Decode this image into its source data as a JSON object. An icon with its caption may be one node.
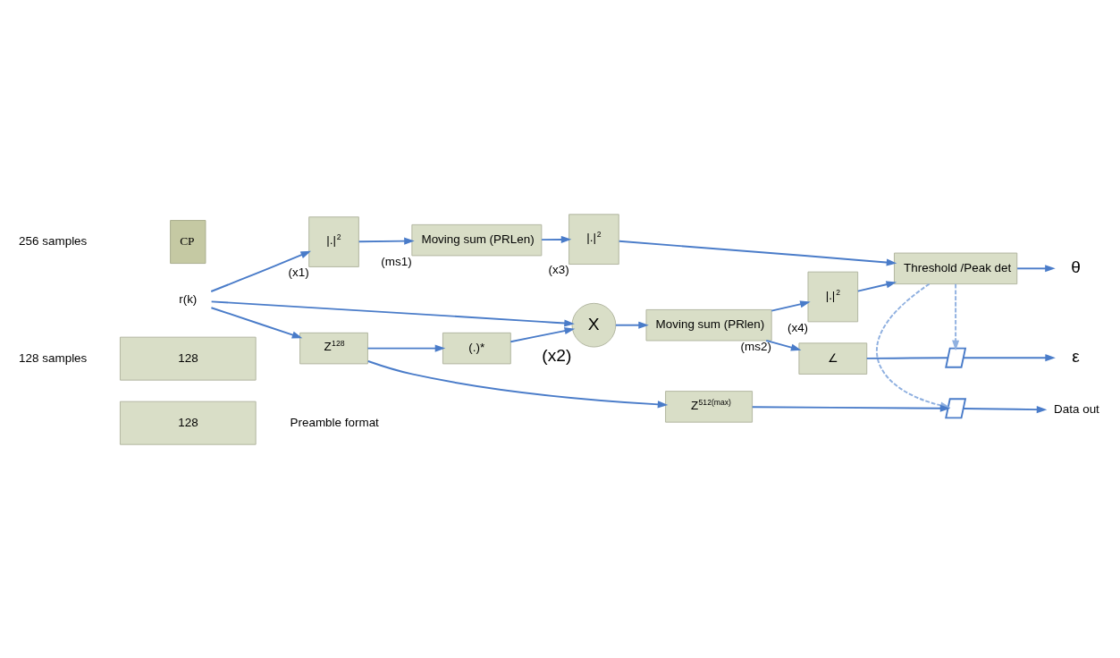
{
  "diagram": {
    "nodes": [
      {
        "text": [
          "CP"
        ]
      },
      {
        "text": [
          "128"
        ]
      },
      {
        "text": [
          "128"
        ]
      },
      {
        "text": [
          "r(k)"
        ]
      },
      {
        "text": [
          "|.|$^{2}$"
        ],
        "beside": [
          "(x1)"
        ]
      },
      {
        "text": [
          "Moving sum (PRLen)"
        ],
        "beside": [
          "(ms1)"
        ]
      },
      {
        "text": [
          "|.|$^{2}$"
        ],
        "beside": [
          "(x3)"
        ]
      },
      {
        "text": [
          "|.|$^{2}$"
        ],
        "beside": [
          "(x4)"
        ]
      },
      {
        "text": [
          "Threshold /Peak det"
        ]
      },
      {
        "text": [
          "θ"
        ]
      },
      {
        "text": [
          "Z$^{128}$"
        ]
      },
      {
        "text": [
          "(.)*"
        ]
      },
      {
        "text": [
          "X"
        ],
        "beside": [
          "(x2)"
        ]
      },
      {
        "text": [
          "Moving sum (PRlen)"
        ],
        "beside": [
          "(ms2)"
        ]
      },
      {
        "text": [
          "∠"
        ]
      },
      {
        "text": [],
        "shape": "switch"
      },
      {
        "text": [
          "ε"
        ]
      },
      {
        "text": [
          "Z$^{512(max)}$"
        ]
      },
      {
        "text": [],
        "shape": "switch"
      },
      {
        "text": [
          "Data out"
        ]
      }
    ],
    "edges": [
      {
        "from": 3,
        "to": 4,
        "arrow": "to"
      },
      {
        "from": 3,
        "to": 12,
        "arrow": "to"
      },
      {
        "from": 3,
        "to": 10,
        "arrow": "to"
      },
      {
        "from": 4,
        "to": 5,
        "arrow": "to"
      },
      {
        "from": 5,
        "to": 6,
        "arrow": "to"
      },
      {
        "from": 6,
        "to": 8,
        "arrow": "to"
      },
      {
        "from": 13,
        "to": 7,
        "arrow": "to"
      },
      {
        "from": 7,
        "to": 8,
        "arrow": "to"
      },
      {
        "from": 8,
        "to": 9,
        "arrow": "to"
      },
      {
        "from": 10,
        "to": 11,
        "arrow": "to"
      },
      {
        "from": 10,
        "to": 17,
        "arrow": "to"
      },
      {
        "from": 11,
        "to": 12,
        "arrow": "to"
      },
      {
        "from": 12,
        "to": 13,
        "arrow": "to"
      },
      {
        "from": 13,
        "to": 14,
        "arrow": "to"
      },
      {
        "from": 14,
        "to": 15,
        "arrow": "none"
      },
      {
        "from": 15,
        "to": 16,
        "arrow": "to"
      },
      {
        "from": 8,
        "to": 15,
        "arrow": "to",
        "style": "dashed",
        "color": "#8fb0e0"
      },
      {
        "from": 8,
        "to": 18,
        "arrow": "to",
        "style": "dashed",
        "color": "#8fb0e0"
      },
      {
        "from": 17,
        "to": 18,
        "arrow": "to"
      },
      {
        "from": 18,
        "to": 19,
        "arrow": "to"
      }
    ],
    "labels": [
      "256 samples",
      "128 samples",
      "Preamble format"
    ]
  }
}
